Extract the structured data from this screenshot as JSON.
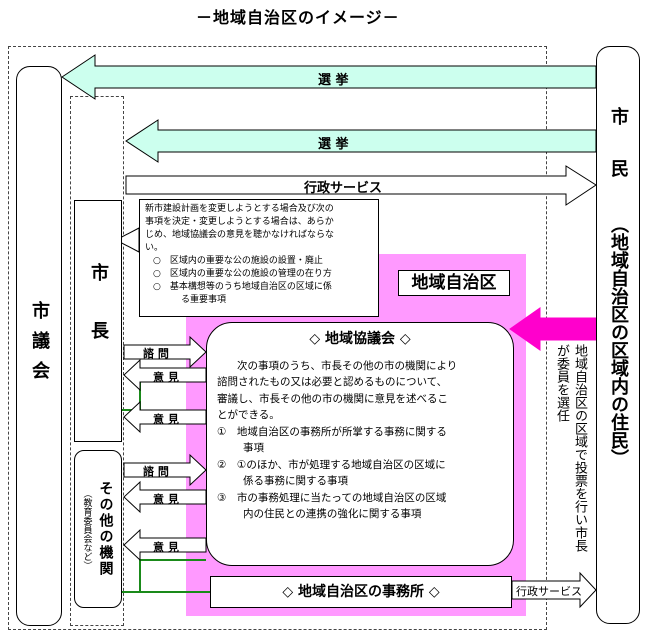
{
  "title": "－地域自治区のイメージ－",
  "colors": {
    "green_arrow": "#ccffee",
    "green_line": "#1a8a1a",
    "magenta_area": "#ff99ff",
    "magenta_arrow": "#ff00cc"
  },
  "boxes": {
    "city_council": "市議会",
    "mayor": "市長",
    "other_bodies": "その他の機関",
    "other_bodies_note": "（教育委員会など）",
    "citizens": "市民",
    "citizens_sub": "（地域自治区の区域内の住民）"
  },
  "arrows": {
    "election_1": "選 挙",
    "election_2": "選 挙",
    "admin_service": "行政サービス",
    "admin_service_office": "行政サービス",
    "consult_1": "諮 問",
    "opinion_1": "意 見",
    "opinion_2": "意 見",
    "consult_2": "諮 問",
    "opinion_3": "意 見",
    "opinion_4": "意 見"
  },
  "callout": {
    "line1": "新市建設計画を変更しようとする場合及び次の",
    "line2": "事項を決定・変更しようとする場合は、あらか",
    "line3": "じめ、地域協議会の意見を聴かなければならな",
    "line4": "い。",
    "item1": "○　区域内の重要な公の施設の設置・廃止",
    "item2": "○　区域内の重要な公の施設の管理の在り方",
    "item3a": "○　基本構想等のうち地域自治区の区域に係",
    "item3b": "る重要事項"
  },
  "area_label": "地域自治区",
  "council": {
    "title": "◇ 地域協議会 ◇",
    "p1": "次の事項のうち、市長その他の市の機関により",
    "p2": "諮問されたもの又は必要と認めるものについて、",
    "p3": "審議し、市長その他の市の機関に意見を述べるこ",
    "p4": "とができる。",
    "i1a": "①　地域自治区の事務所が所掌する事務に関する",
    "i1b": "事項",
    "i2a": "②　①のほか、市が処理する地域自治区の区域に",
    "i2b": "係る事務に関する事項",
    "i3a": "③　市の事務処理に当たっての地域自治区の区域",
    "i3b": "内の住民との連携の強化に関する事項"
  },
  "office": "◇ 地域自治区の事務所 ◇",
  "appointment_note": "地域自治区の区域で投票を行い市長が委員を選任"
}
